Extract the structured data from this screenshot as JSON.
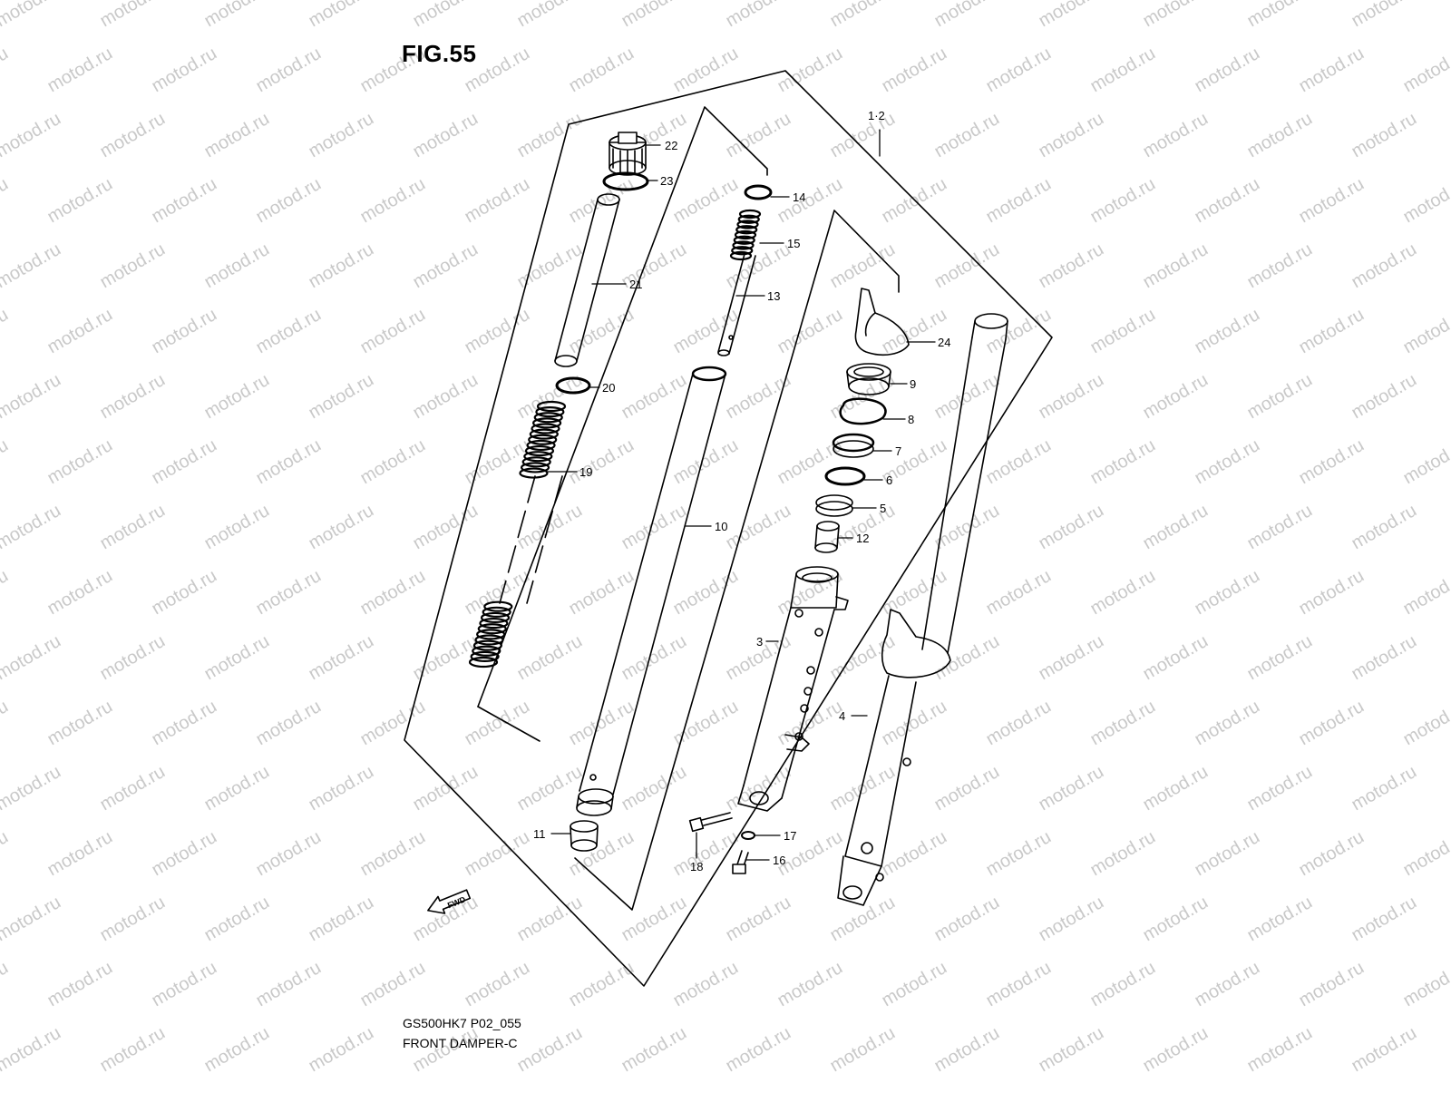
{
  "figure": {
    "title": "FIG.55",
    "code": "GS500HK7 P02_055",
    "name": "FRONT DAMPER-C",
    "watermark_text": "motod.ru",
    "fwd_label": "FWD"
  },
  "callouts": [
    "22",
    "23",
    "21",
    "20",
    "19",
    "14",
    "15",
    "13",
    "10",
    "11",
    "1·2",
    "24",
    "9",
    "8",
    "7",
    "6",
    "5",
    "12",
    "3",
    "4",
    "17",
    "18",
    "16"
  ]
}
